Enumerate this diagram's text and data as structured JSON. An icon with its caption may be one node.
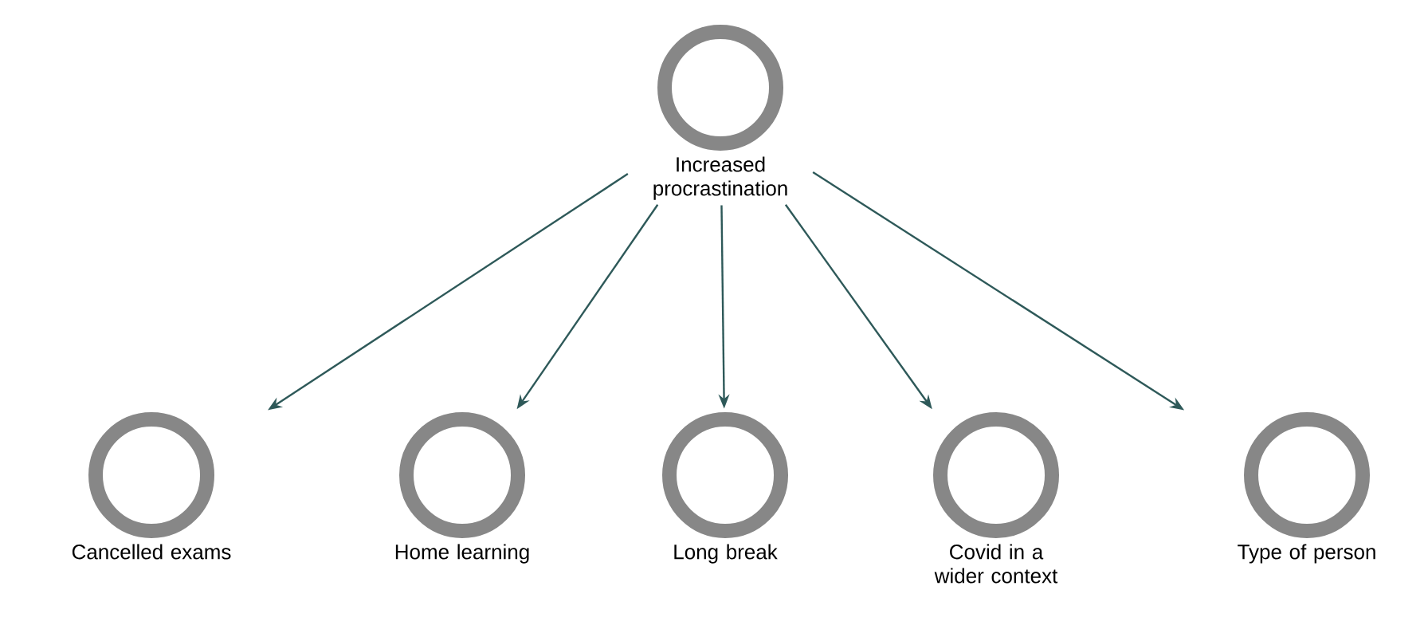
{
  "diagram": {
    "nodes": [
      {
        "text": [
          "Increased procrastination"
        ]
      },
      {
        "text": [
          "Cancelled exams"
        ]
      },
      {
        "text": [
          "Home learning"
        ]
      },
      {
        "text": [
          "Long break"
        ]
      },
      {
        "text": [
          "Covid in a wider context"
        ]
      },
      {
        "text": [
          "Type of person"
        ]
      }
    ],
    "edges": [
      {
        "from": 0,
        "to": 1,
        "arrow": "to"
      },
      {
        "from": 0,
        "to": 2,
        "arrow": "to"
      },
      {
        "from": 0,
        "to": 3,
        "arrow": "to"
      },
      {
        "from": 0,
        "to": 4,
        "arrow": "to"
      },
      {
        "from": 0,
        "to": 5,
        "arrow": "to"
      }
    ]
  }
}
